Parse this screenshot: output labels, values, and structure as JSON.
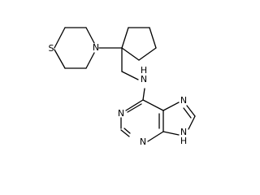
{
  "molecule": {
    "atoms": {
      "sulfur": "S",
      "morpholine_nitrogen": "N",
      "amine_nitrogen": "N",
      "amine_hydrogen": "H",
      "purine_n1": "N",
      "purine_n3": "N",
      "purine_n7": "N",
      "purine_n9": "N",
      "purine_h9": "H"
    }
  }
}
